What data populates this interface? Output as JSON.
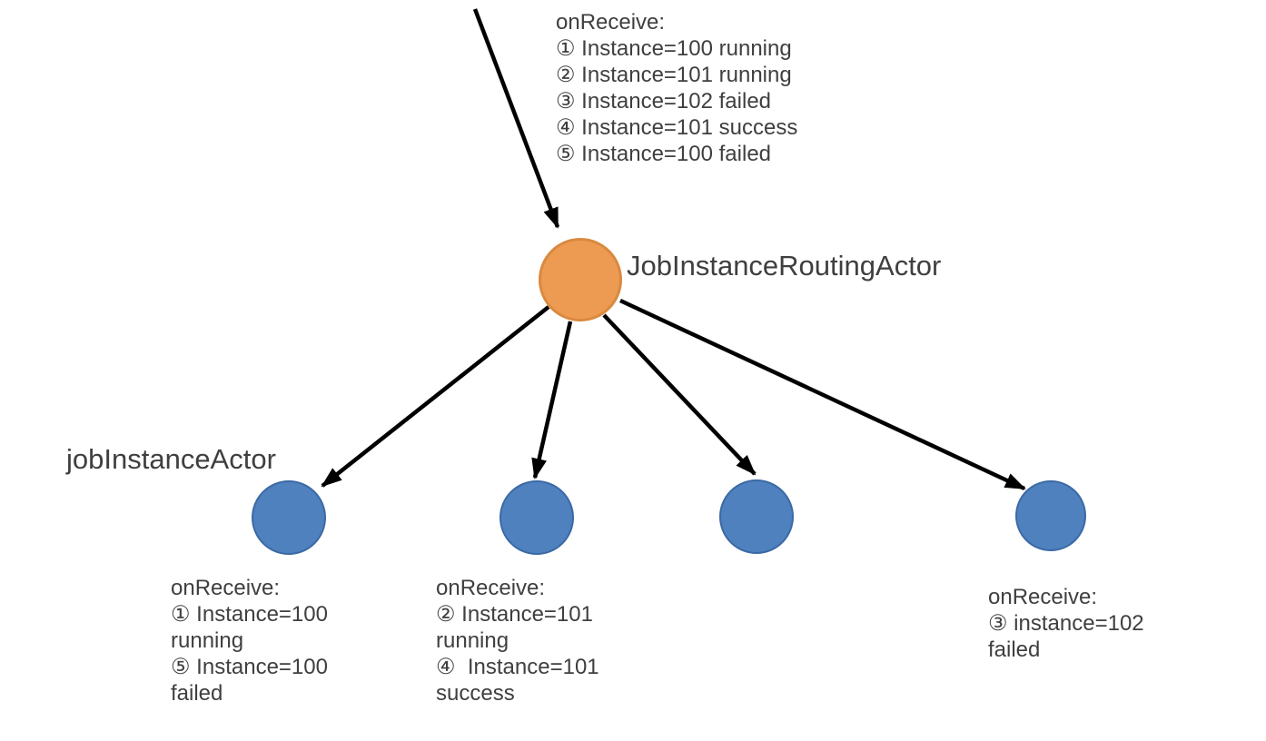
{
  "diagram": {
    "colors": {
      "text_color": "#3F3F3F",
      "arrow_color": "#000000",
      "router_fill": "#ED9B53",
      "router_stroke": "#D98940",
      "worker_fill": "#4E81BD",
      "worker_stroke": "#3B69A5"
    },
    "router_label": "JobInstanceRoutingActor",
    "workers_label": "jobInstanceActor",
    "incoming_note": {
      "lines": [
        "onReceive:",
        "① Instance=100 running",
        "② Instance=101 running",
        "③ Instance=102 failed",
        "④ Instance=101 success",
        "⑤ Instance=100 failed"
      ]
    },
    "worker_notes": [
      {
        "lines": [
          "onReceive:",
          "① Instance=100",
          "running",
          "⑤ Instance=100",
          "failed"
        ]
      },
      {
        "lines": [
          "onReceive:",
          "② Instance=101",
          "running",
          "④  Instance=101",
          "success"
        ]
      },
      {
        "lines": []
      },
      {
        "lines": [
          "onReceive:",
          "③ instance=102",
          "failed"
        ]
      }
    ]
  }
}
